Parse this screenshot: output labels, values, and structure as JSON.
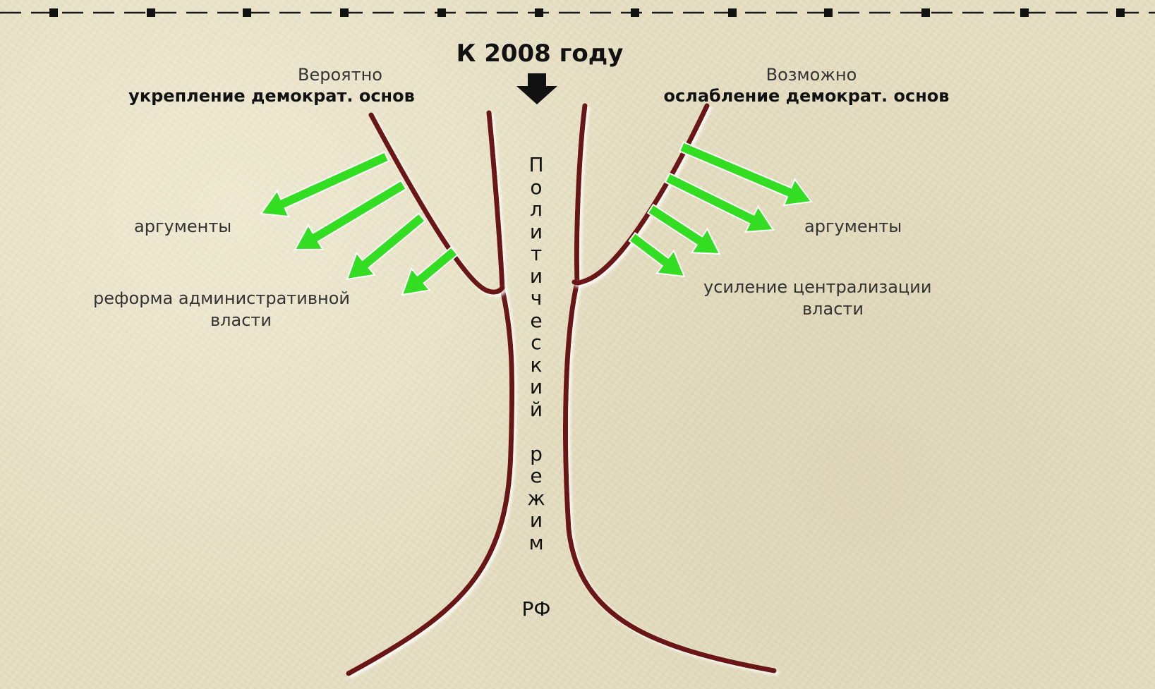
{
  "title": "К 2008 году",
  "left_branch": {
    "qualifier": "Вероятно",
    "heading": "укрепление демократ. основ",
    "arguments_label": "аргументы",
    "example_line1": "реформа административной",
    "example_line2": "власти"
  },
  "right_branch": {
    "qualifier": "Возможно",
    "heading": "ослабление демократ. основ",
    "arguments_label": "аргументы",
    "example_line1": "усиление централизации",
    "example_line2": "власти"
  },
  "trunk_label": {
    "word1": "Политический",
    "word2": "режим",
    "word3": "РФ"
  },
  "colors": {
    "trunk": "#6b1515",
    "arrow": "#33dd22",
    "text": "#222222"
  },
  "icons": [
    "down-arrow-icon",
    "dashed-timeline-divider"
  ]
}
